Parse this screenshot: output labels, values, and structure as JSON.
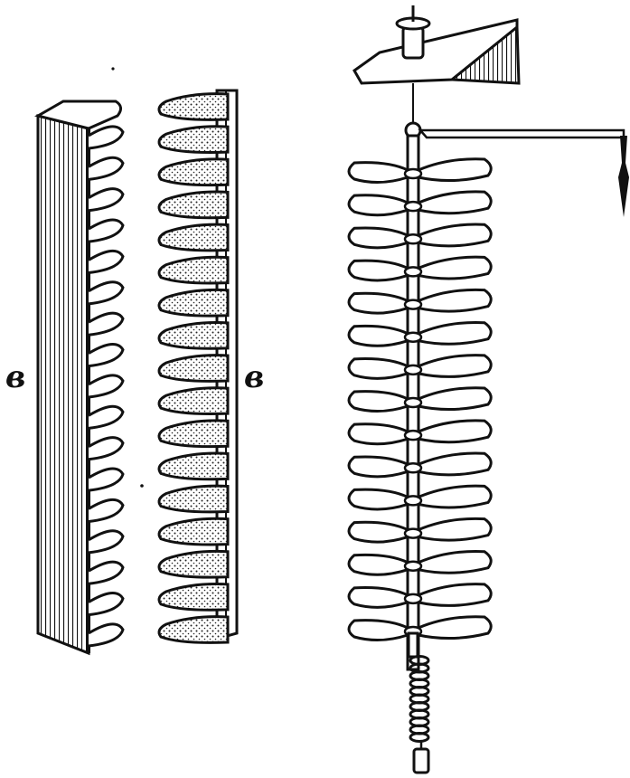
{
  "figure": {
    "labels": {
      "left_stack": "в",
      "middle_stack": "в"
    },
    "left_stack_fins": 17,
    "middle_stack_fins": 17,
    "rod_fins": 15,
    "colors": {
      "ink": "#111111",
      "paper": "#ffffff"
    }
  }
}
